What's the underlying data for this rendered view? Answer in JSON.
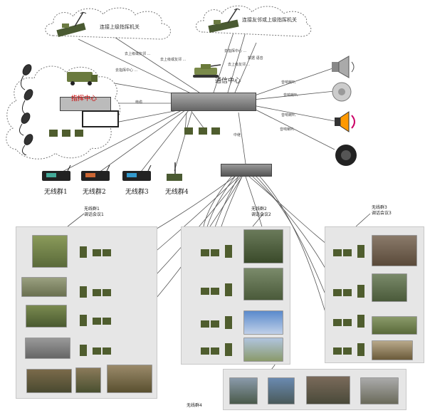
{
  "clouds": {
    "top_left": "连接上级指挥机关",
    "top_right": "连接友邻或上级指挥机关",
    "left": "指挥中心"
  },
  "center_label": "通信中心",
  "link_labels": {
    "a": "去上级或友邻 ...",
    "b": "去指挥中心 ...",
    "c": "去上级或友邻 ...",
    "d": "去指挥中心 ...",
    "e": "去上级友邻 ...",
    "f": "数据 语音",
    "g": "电缆",
    "h": "中继",
    "spk1": "音响喇叭",
    "spk2": "音响喇叭",
    "spk3": "音响喇叭",
    "spk4": "音响喇叭"
  },
  "radios": [
    "无线群1",
    "无线群2",
    "无线群3",
    "无线群4"
  ],
  "groups": {
    "g1": {
      "line1": "无线群1",
      "line2": "调话会议1"
    },
    "g2": {
      "line1": "无线群2",
      "line2": "调话会议2"
    },
    "g3": {
      "line1": "无线群3",
      "line2": "调话会议3"
    },
    "g4": {
      "line1": "无线群4"
    }
  },
  "icons": [
    "antenna-icon",
    "speaker-icon",
    "microphone-icon",
    "radio-icon",
    "tank-icon",
    "truck-icon"
  ],
  "colors": {
    "panel": "#e6e6e6",
    "line": "#555555",
    "military_green": "#5d6b3c"
  }
}
